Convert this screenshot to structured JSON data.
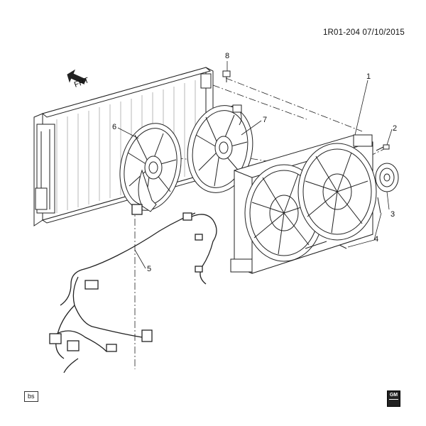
{
  "reference": "1R01-204 07/10/2015",
  "orientation_label": "FRT",
  "callouts": [
    "1",
    "2",
    "3",
    "4",
    "5",
    "6",
    "7",
    "8"
  ],
  "corner_tag": "bs",
  "logo_text": "GM"
}
